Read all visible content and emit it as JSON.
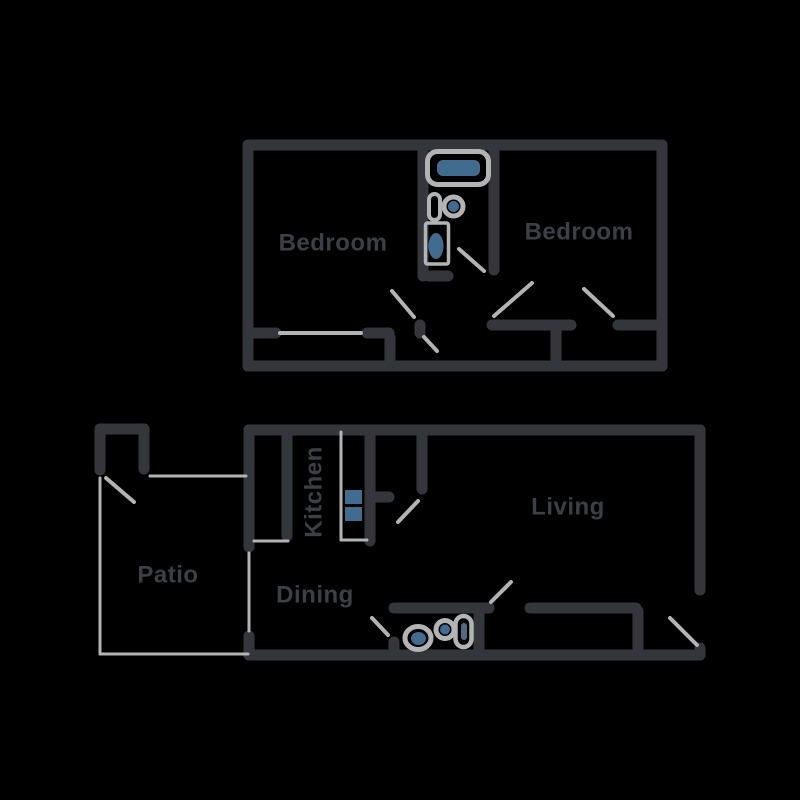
{
  "colors": {
    "bg": "#000000",
    "wall": "#33373c",
    "label": "#3b4046",
    "light": "#b1b3b5",
    "blue": "#426b90",
    "blue_muted": "#4f6b84"
  },
  "labels": {
    "bedroom_left": "Bedroom",
    "bedroom_right": "Bedroom",
    "kitchen": "Kitchen",
    "living": "Living",
    "dining": "Dining",
    "patio": "Patio"
  },
  "fixtures": {
    "upper_bathroom": [
      "bathtub-icon",
      "vanity-icon",
      "sink-icon",
      "toilet-icon"
    ],
    "lower_bathroom": [
      "toilet-icon",
      "sink-icon",
      "cistern-icon"
    ],
    "kitchen": [
      "stove-icon"
    ]
  }
}
